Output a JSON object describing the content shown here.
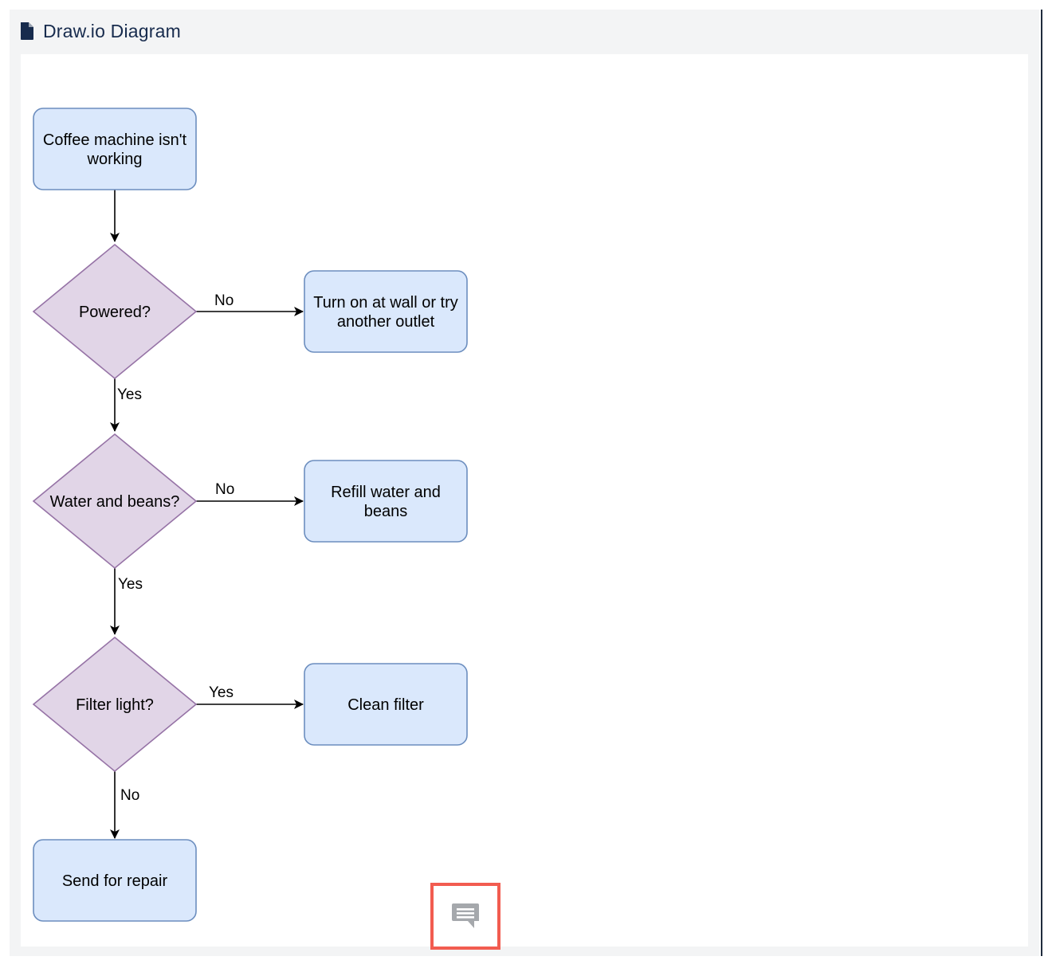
{
  "header": {
    "title": "Draw.io Diagram",
    "icon": "document-icon"
  },
  "diagram": {
    "colors": {
      "process_fill": "#dae8fc",
      "process_stroke": "#6c8ebf",
      "decision_fill": "#e1d5e7",
      "decision_stroke": "#9673a6",
      "edge": "#000000"
    },
    "nodes": {
      "start": [
        "Coffee machine isn't",
        "working"
      ],
      "powered": [
        "Powered?"
      ],
      "turn_on": [
        "Turn on at wall or try",
        "another outlet"
      ],
      "water_beans": [
        "Water and beans?"
      ],
      "refill": [
        "Refill water and",
        "beans"
      ],
      "filter": [
        "Filter light?"
      ],
      "clean": [
        "Clean filter"
      ],
      "repair": [
        "Send for repair"
      ]
    },
    "edges": {
      "powered_no": "No",
      "powered_yes": "Yes",
      "water_no": "No",
      "water_yes": "Yes",
      "filter_yes": "Yes",
      "filter_no": "No"
    }
  },
  "comment_button": {
    "icon": "comment-icon",
    "highlight_color": "#f25c50"
  }
}
